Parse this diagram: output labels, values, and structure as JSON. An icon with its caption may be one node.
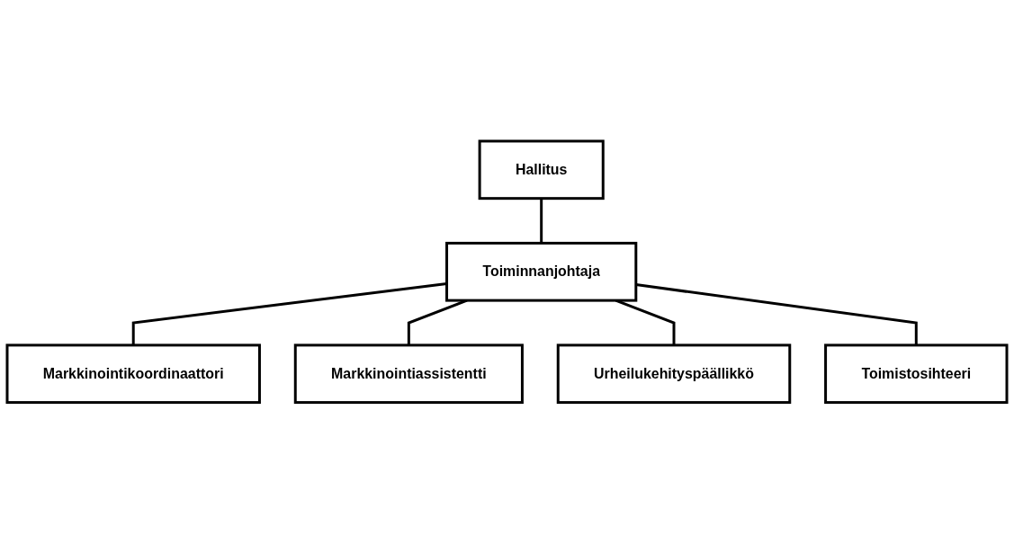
{
  "diagram": {
    "nodes": [
      {
        "text": [
          "Hallitus"
        ]
      },
      {
        "text": [
          "Toiminnanjohtaja"
        ]
      },
      {
        "text": [
          "Markkinointikoordinaattori"
        ]
      },
      {
        "text": [
          "Markkinointiassistentti"
        ]
      },
      {
        "text": [
          "Urheilukehityspäällikkö"
        ]
      },
      {
        "text": [
          "Toimistosihteeri"
        ]
      }
    ],
    "edges": [
      {
        "from": 0,
        "to": 1,
        "arrow": "none"
      },
      {
        "from": 1,
        "to": 2,
        "arrow": "none"
      },
      {
        "from": 1,
        "to": 3,
        "arrow": "none"
      },
      {
        "from": 1,
        "to": 4,
        "arrow": "none"
      },
      {
        "from": 1,
        "to": 5,
        "arrow": "none"
      }
    ]
  }
}
